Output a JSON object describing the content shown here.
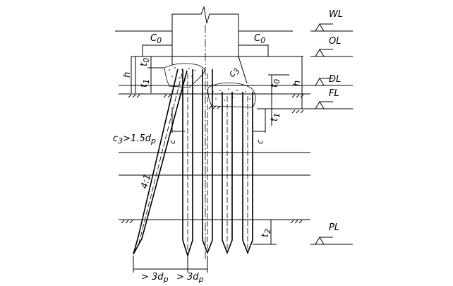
{
  "levels": {
    "wl": "WL",
    "ol": "OL",
    "dl": "DL",
    "fl": "FL",
    "pl": "PL"
  },
  "dimensions": {
    "c0_left": "C",
    "c0_right": "C",
    "c0_sub": "0",
    "h_left": "h",
    "h_right": "h",
    "t0_left": "t",
    "t0_right": "t",
    "t0_sub": "0",
    "t1_left": "t",
    "t1_right": "t",
    "t1_sub": "1",
    "t2": "t",
    "t2_sub": "2",
    "c_label": "c",
    "c_sub": "3",
    "c_condition": "c",
    "c_condition_sub": "3",
    "c_condition_text": ">1.5d",
    "c_condition_p": "p",
    "slope": "4:1",
    "spacing_1": "> 3d",
    "spacing_2": "> 3d",
    "spacing_p": "p"
  }
}
